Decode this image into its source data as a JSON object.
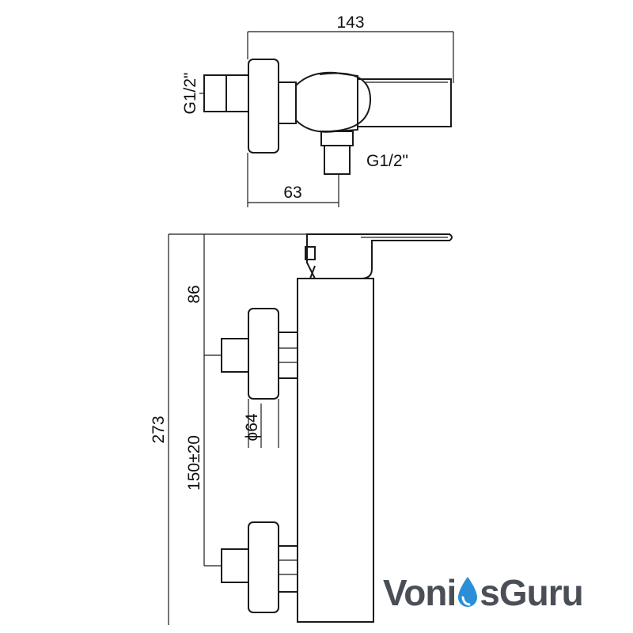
{
  "drawing": {
    "top_view": {
      "overall_width": "143",
      "inlet_thread_left": "G1/2\"",
      "outlet_thread_bottom": "G1/2\"",
      "outlet_offset": "63"
    },
    "front_view": {
      "overall_height": "273",
      "lever_to_inlet": "86",
      "inlet_spacing": "150±20",
      "escutcheon_diameter": "ϕ64"
    }
  },
  "logo": {
    "part1": "Voni",
    "part2": "s",
    "part3": "Guru",
    "drop_icon": "water-drop-icon",
    "text_color": "#4a4f57",
    "accent_color": "#2a8fd6"
  }
}
